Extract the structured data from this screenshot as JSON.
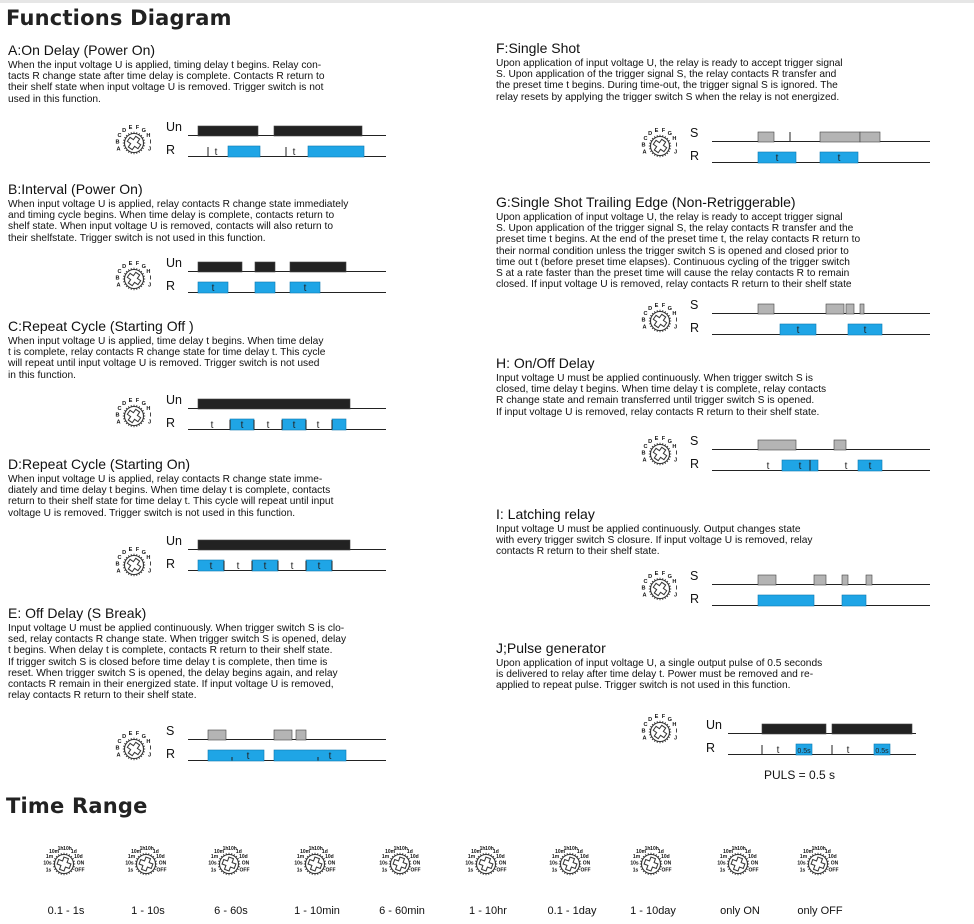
{
  "title": "Functions Diagram",
  "time_range_title": "Time Range",
  "colors": {
    "relay": "#1fa5e6",
    "input": "#222222",
    "trigger": "#b4b4b4"
  },
  "dial_letters": [
    "A",
    "B",
    "C",
    "D",
    "E",
    "F",
    "G",
    "H",
    "I",
    "J"
  ],
  "range_dial_marks": [
    "1s",
    "10s",
    "1m",
    "10m",
    "1h",
    "10h",
    "1d",
    "10d",
    "ON",
    "OFF"
  ],
  "functions": [
    {
      "id": "A",
      "title": "A:On Delay (Power On)",
      "desc": "When the input voltage U is applied, timing delay t begins. Relay con-\ntacts R change state after time delay is complete. Contacts R return to\ntheir shelf state when input voltage U is removed. Trigger switch is not\nused in this function.",
      "top_label": "Un",
      "bottom_label": "R",
      "t_label": "t"
    },
    {
      "id": "B",
      "title": "B:Interval (Power On)",
      "desc": "When input voltage U is applied, relay contacts R change state immediately\nand timing cycle begins. When time delay is complete, contacts return to\nshelf state. When input voltage U is removed, contacts will also return to\ntheir shelfstate. Trigger switch is not used in this function.",
      "top_label": "Un",
      "bottom_label": "R",
      "t_label": "t"
    },
    {
      "id": "C",
      "title": "C:Repeat Cycle (Starting Off )",
      "desc": "When input voltage U is applied, time delay t begins. When time delay\n t is complete, relay contacts R change state for time delay t. This cycle\nwill repeat until input voltage U is removed. Trigger switch is not used\n in this function.",
      "top_label": "Un",
      "bottom_label": "R",
      "t_label": "t"
    },
    {
      "id": "D",
      "title": "D:Repeat Cycle (Starting On)",
      "desc": "When input voltage U is applied, relay contacts R change state imme-\ndiately and time delay t begins. When time delay t is complete, contacts\nreturn to their shelf state for time delay t. This cycle will repeat until input\nvoltage U is removed. Trigger switch is not used in this function.",
      "top_label": "Un",
      "bottom_label": "R",
      "t_label": "t"
    },
    {
      "id": "E",
      "title": "E: Off  Delay (S Break)",
      "desc": "Input voltage U must be applied continuously. When trigger switch S is clo-\nsed, relay contacts R change state. When trigger switch S is opened, delay\nt begins. When delay t is complete, contacts R return to their shelf state.\nIf trigger switch S is closed before time delay t is complete, then time is\nreset. When trigger switch S is opened, the delay begins again, and relay\ncontacts R remain in their energized state. If input voltage U is removed,\nrelay contacts R return to their shelf state.",
      "top_label": "S",
      "bottom_label": "R",
      "t_label": "t"
    },
    {
      "id": "F",
      "title": "F:Single Shot",
      "desc": "Upon application of input voltage U, the relay is ready to accept trigger signal\nS. Upon application of the trigger signal S, the relay contacts R transfer and\nthe preset time t begins. During time-out, the trigger signal S is ignored. The\nrelay resets by applying the trigger switch S when the relay is not energized.",
      "top_label": "S",
      "bottom_label": "R",
      "t_label": "t"
    },
    {
      "id": "G",
      "title": "G:Single Shot Trailing Edge (Non-Retriggerable)",
      "desc": "Upon application of input voltage U, the relay is ready to accept trigger signal\nS. Upon application of the trigger signal S, the relay contacts R transfer and the\npreset time t begins. At the end of the preset time t, the relay contacts R return to\ntheir normal condition unless the trigger switch S is opened and closed prior to\ntime out t (before preset time elapses). Continuous cycling of the trigger switch\nS at a rate faster than the preset time will cause the relay contacts R to remain\nclosed. If input voltage U is removed, relay contacts R return to their shelf state",
      "top_label": "S",
      "bottom_label": "R",
      "t_label": "t"
    },
    {
      "id": "H",
      "title": "H: On/Off  Delay",
      "desc": "Input voltage U must be applied continuously. When trigger switch S is\nclosed, time delay t begins. When time delay t is complete, relay contacts\nR change state and remain transferred until trigger switch S is opened.\nIf input voltage U is removed, relay contacts R return to their shelf state.",
      "top_label": "S",
      "bottom_label": "R",
      "t_label": "t"
    },
    {
      "id": "I",
      "title": "I:  Latching relay",
      "desc": "Input voltage U must be applied continuously. Output changes state\nwith every trigger switch S closure. If input voltage U is removed, relay\ncontacts R return to their shelf state.",
      "top_label": "S",
      "bottom_label": "R"
    },
    {
      "id": "J",
      "title": "J;Pulse generator",
      "desc": "Upon application of input voltage U, a single output pulse of 0.5 seconds\nis delivered to relay after time delay t. Power must be removed and re-\napplied to repeat pulse. Trigger switch is not used in this function.",
      "top_label": "Un",
      "bottom_label": "R",
      "t_label": "t",
      "pulse_label": "0.5s",
      "note": "PULS = 0.5 s"
    }
  ],
  "time_ranges": [
    "0.1 - 1s",
    "1 - 10s",
    "6 - 60s",
    "1 - 10min",
    "6 - 60min",
    "1 - 10hr",
    "0.1 - 1day",
    "1 - 10day",
    "only ON",
    "only OFF"
  ]
}
